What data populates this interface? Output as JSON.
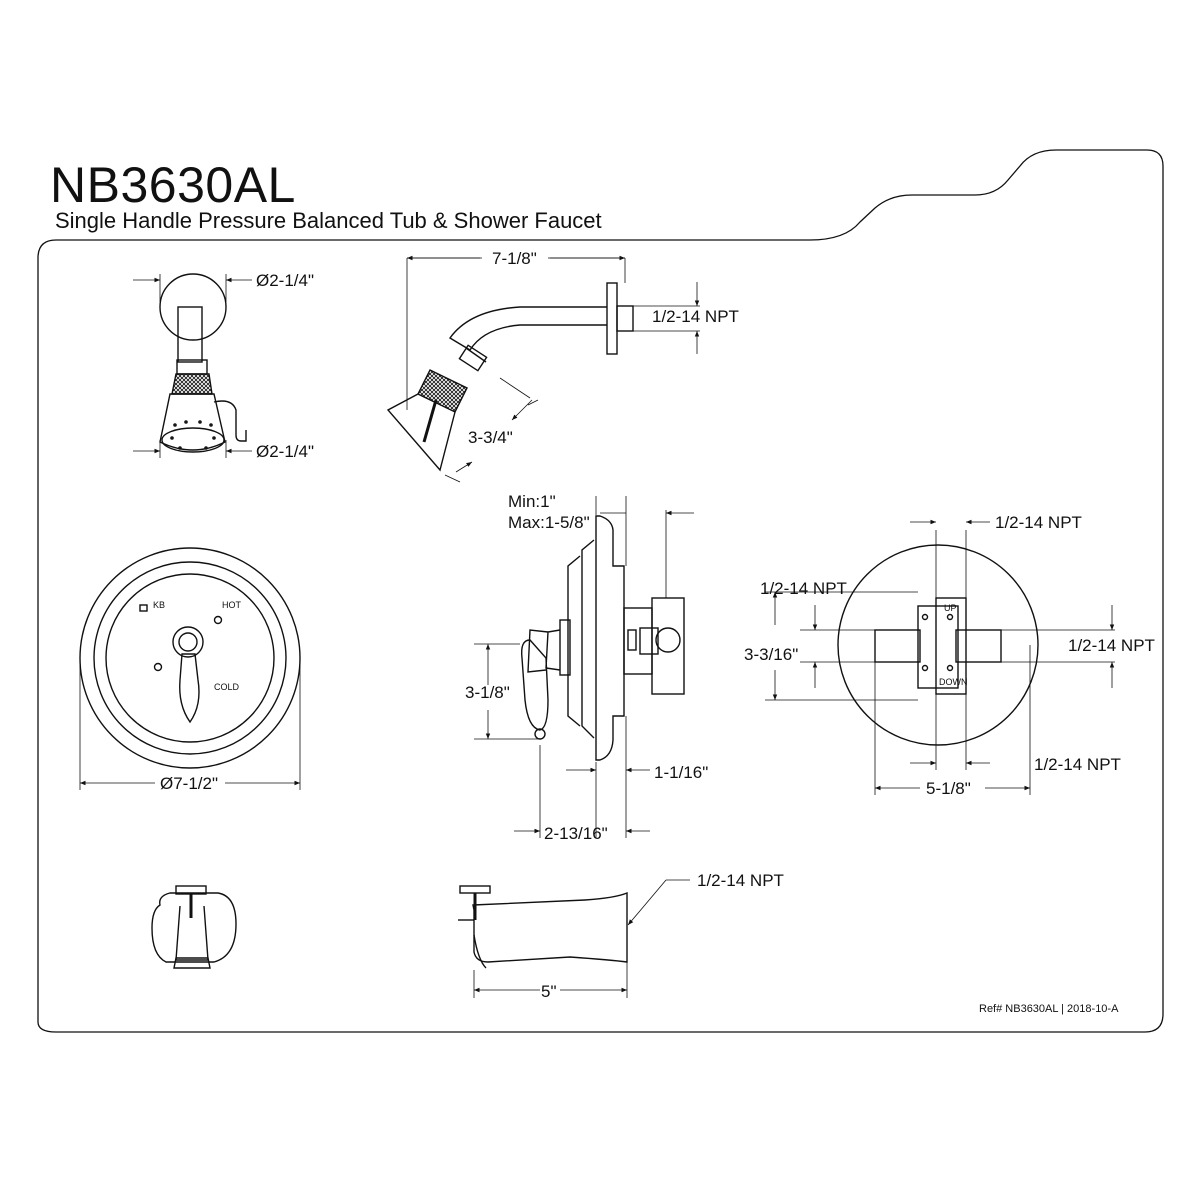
{
  "header": {
    "model": "NB3630AL",
    "description": "Single Handle Pressure Balanced Tub & Shower Faucet"
  },
  "showerhead_front": {
    "dia_top": "Ø2-1/4\"",
    "dia_bottom": "Ø2-1/4\""
  },
  "showerhead_side": {
    "arm_reach": "7-1/8\"",
    "thread": "1/2-14 NPT",
    "head_length": "3-3/4\""
  },
  "trim_plate": {
    "brand_mark": "KB",
    "hot": "HOT",
    "cold": "COLD",
    "diameter": "Ø7-1/2\""
  },
  "valve_side": {
    "wall_range_min": "Min:1\"",
    "wall_range_max": "Max:1-5/8\"",
    "handle_height": "3-1/8\"",
    "depth_a": "1-1/16\"",
    "depth_b": "2-13/16\""
  },
  "valve_body": {
    "top_port": "1/2-14 NPT",
    "left_port": "1/2-14 NPT",
    "right_port": "1/2-14 NPT",
    "bottom_port": "1/2-14 NPT",
    "up": "UP",
    "down": "DOWN",
    "port_spacing_v": "3-3/16\"",
    "port_spacing_h": "5-1/8\""
  },
  "tub_spout": {
    "thread": "1/2-14 NPT",
    "length": "5\""
  },
  "footer": {
    "ref": "Ref# NB3630AL | 2018-10-A"
  }
}
